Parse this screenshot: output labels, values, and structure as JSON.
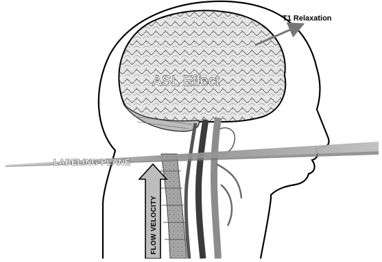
{
  "figure": {
    "labels": {
      "t1_relaxation": "T1 Relaxation",
      "asl_effect": "ASL Effect",
      "labeling_plane": "LABELING PLANE",
      "flow_velocity": "FLOW VELOCITY"
    },
    "colors": {
      "outline": "#000000",
      "brain_fill": "#d9d9d9",
      "plane_fill": "#9a9a9a",
      "vessel_dark": "#333333",
      "vessel_mid": "#8a8a8a",
      "arrow_fill": "#bdbdbd"
    }
  }
}
